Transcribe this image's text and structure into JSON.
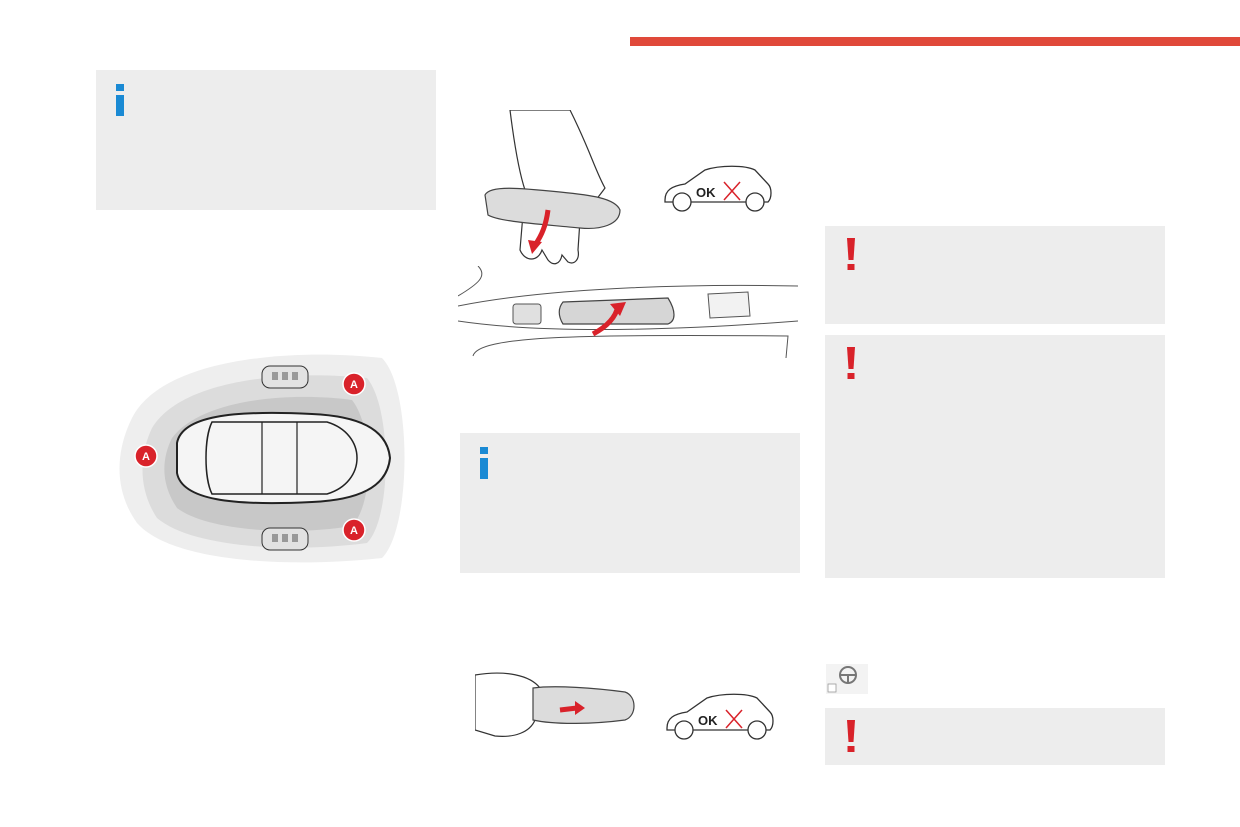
{
  "page": {
    "header_accent_color": "#e0493a",
    "note_background": "#ededed",
    "info_icon_color": "#1a8ad4",
    "warning_icon_color": "#d9222a"
  },
  "notes": [
    {
      "type": "info",
      "icon": "info-icon"
    },
    {
      "type": "info",
      "icon": "info-icon"
    },
    {
      "type": "warning",
      "icon": "exclamation-icon"
    },
    {
      "type": "warning",
      "icon": "exclamation-icon"
    },
    {
      "type": "warning",
      "icon": "exclamation-icon"
    }
  ],
  "illustrations": {
    "detection_zone": {
      "zone_label": "A"
    },
    "door_unlock": {
      "status_label": "OK"
    },
    "door_lock": {
      "status_label": "OK"
    }
  },
  "small_icon": "steering-wheel-icon"
}
